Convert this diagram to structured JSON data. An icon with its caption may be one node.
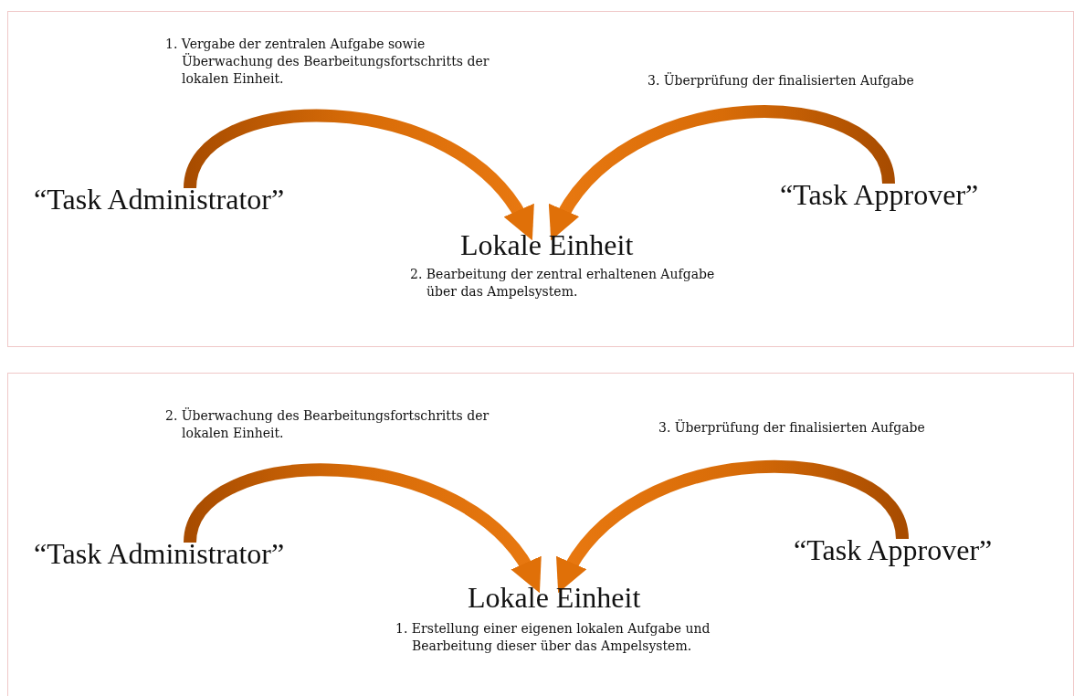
{
  "diagram": {
    "nodes": [
      {
        "text": [],
        "shape": "box"
      },
      {
        "text": [
          "“Task Administrator”"
        ],
        "in": 0
      },
      {
        "text": [
          "“Task Approver”"
        ],
        "in": 0
      },
      {
        "text": [
          "Lokale Einheit"
        ],
        "in": 0,
        "beside": [
          "2. Bearbeitung der zentral erhaltenen Aufgabe über das Ampelsystem."
        ]
      },
      {
        "text": [],
        "shape": "box"
      },
      {
        "text": [
          "“Task Administrator”"
        ],
        "in": 4
      },
      {
        "text": [
          "“Task Approver”"
        ],
        "in": 4
      },
      {
        "text": [
          "Lokale Einheit"
        ],
        "in": 4,
        "beside": [
          "1. Erstellung einer eigenen lokalen Aufgabe und Bearbeitung dieser über das Ampelsystem."
        ]
      }
    ],
    "edges": [
      {
        "from": 1,
        "to": 3,
        "arrow": "to",
        "label": "1. Vergabe der zentralen Aufgabe sowie Überwachung des Bearbeitungsfortschritts der lokalen Einheit."
      },
      {
        "from": 2,
        "to": 3,
        "arrow": "to",
        "label": "3. Überprüfung der finalisierten Aufgabe"
      },
      {
        "from": 5,
        "to": 7,
        "arrow": "to",
        "label": "2. Überwachung des Bearbeitungsfortschritts der lokalen Einheit."
      },
      {
        "from": 6,
        "to": 7,
        "arrow": "to",
        "label": "3. Überprüfung der finalisierten Aufgabe"
      }
    ]
  }
}
